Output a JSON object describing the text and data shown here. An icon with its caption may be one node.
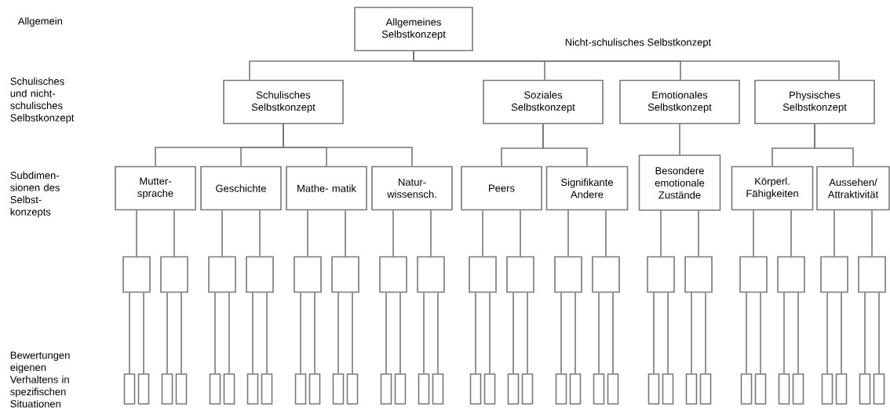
{
  "diagram": {
    "nodes": [
      {
        "text": [
          "Allgemeines Selbstkonzept"
        ]
      },
      {
        "text": [
          "Schulisches Selbstkonzept"
        ]
      },
      {
        "text": [
          "Soziales Selbstkonzept"
        ]
      },
      {
        "text": [
          "Emotionales Selbstkonzept"
        ]
      },
      {
        "text": [
          "Physisches Selbstkonzept"
        ]
      },
      {
        "text": [
          "Mutter- sprache"
        ]
      },
      {
        "text": [
          "Geschichte"
        ]
      },
      {
        "text": [
          "Mathe- matik"
        ]
      },
      {
        "text": [
          "Natur- wissensch."
        ]
      },
      {
        "text": [
          "Peers"
        ]
      },
      {
        "text": [
          "Signifikante Andere"
        ]
      },
      {
        "text": [
          "Besondere emotionale Zustände"
        ]
      },
      {
        "text": [
          "Körperl. Fähigkeiten"
        ]
      },
      {
        "text": [
          "Aussehen/ Attraktivität"
        ]
      },
      {
        "text": [],
        "shape": "box"
      },
      {
        "text": [],
        "shape": "box"
      },
      {
        "text": [],
        "shape": "box"
      },
      {
        "text": [],
        "shape": "box"
      },
      {
        "text": [],
        "shape": "box"
      },
      {
        "text": [],
        "shape": "box"
      },
      {
        "text": [],
        "shape": "box"
      },
      {
        "text": [],
        "shape": "box"
      },
      {
        "text": [],
        "shape": "box"
      },
      {
        "text": [],
        "shape": "box"
      },
      {
        "text": [],
        "shape": "box"
      },
      {
        "text": [],
        "shape": "box"
      },
      {
        "text": [],
        "shape": "box"
      },
      {
        "text": [],
        "shape": "box"
      },
      {
        "text": [],
        "shape": "box"
      },
      {
        "text": [],
        "shape": "box"
      },
      {
        "text": [],
        "shape": "box"
      },
      {
        "text": [],
        "shape": "box"
      },
      {
        "text": [],
        "shape": "box"
      },
      {
        "text": [],
        "shape": "box"
      },
      {
        "text": [],
        "shape": "box"
      },
      {
        "text": [],
        "shape": "box"
      },
      {
        "text": [],
        "shape": "box"
      },
      {
        "text": [],
        "shape": "box"
      },
      {
        "text": [],
        "shape": "box"
      },
      {
        "text": [],
        "shape": "box"
      },
      {
        "text": [],
        "shape": "box"
      },
      {
        "text": [],
        "shape": "box"
      },
      {
        "text": [],
        "shape": "box"
      },
      {
        "text": [],
        "shape": "box"
      },
      {
        "text": [],
        "shape": "box"
      },
      {
        "text": [],
        "shape": "box"
      },
      {
        "text": [],
        "shape": "box"
      },
      {
        "text": [],
        "shape": "box"
      },
      {
        "text": [],
        "shape": "box"
      },
      {
        "text": [],
        "shape": "box"
      },
      {
        "text": [],
        "shape": "box"
      },
      {
        "text": [],
        "shape": "box"
      },
      {
        "text": [],
        "shape": "box"
      },
      {
        "text": [],
        "shape": "box"
      },
      {
        "text": [],
        "shape": "box"
      },
      {
        "text": [],
        "shape": "box"
      },
      {
        "text": [],
        "shape": "box"
      },
      {
        "text": [],
        "shape": "box"
      },
      {
        "text": [],
        "shape": "box"
      },
      {
        "text": [],
        "shape": "box"
      },
      {
        "text": [],
        "shape": "box"
      },
      {
        "text": [],
        "shape": "box"
      },
      {
        "text": [],
        "shape": "box"
      },
      {
        "text": [],
        "shape": "box"
      },
      {
        "text": [],
        "shape": "box"
      },
      {
        "text": [],
        "shape": "box"
      },
      {
        "text": [],
        "shape": "box"
      },
      {
        "text": [],
        "shape": "box"
      }
    ],
    "edges": [
      {
        "from": 0,
        "to": 1,
        "arrow": "none"
      },
      {
        "from": 0,
        "to": 2,
        "arrow": "none"
      },
      {
        "from": 0,
        "to": 3,
        "arrow": "none"
      },
      {
        "from": 0,
        "to": 4,
        "arrow": "none"
      },
      {
        "from": 1,
        "to": 5,
        "arrow": "none"
      },
      {
        "from": 1,
        "to": 6,
        "arrow": "none"
      },
      {
        "from": 1,
        "to": 7,
        "arrow": "none"
      },
      {
        "from": 1,
        "to": 8,
        "arrow": "none"
      },
      {
        "from": 2,
        "to": 9,
        "arrow": "none"
      },
      {
        "from": 2,
        "to": 10,
        "arrow": "none"
      },
      {
        "from": 3,
        "to": 11,
        "arrow": "none"
      },
      {
        "from": 4,
        "to": 12,
        "arrow": "none"
      },
      {
        "from": 4,
        "to": 13,
        "arrow": "none"
      },
      {
        "from": 5,
        "to": 14,
        "arrow": "none"
      },
      {
        "from": 5,
        "to": 15,
        "arrow": "none"
      },
      {
        "from": 6,
        "to": 16,
        "arrow": "none"
      },
      {
        "from": 6,
        "to": 17,
        "arrow": "none"
      },
      {
        "from": 7,
        "to": 18,
        "arrow": "none"
      },
      {
        "from": 7,
        "to": 19,
        "arrow": "none"
      },
      {
        "from": 8,
        "to": 20,
        "arrow": "none"
      },
      {
        "from": 8,
        "to": 21,
        "arrow": "none"
      },
      {
        "from": 9,
        "to": 22,
        "arrow": "none"
      },
      {
        "from": 9,
        "to": 23,
        "arrow": "none"
      },
      {
        "from": 10,
        "to": 24,
        "arrow": "none"
      },
      {
        "from": 10,
        "to": 25,
        "arrow": "none"
      },
      {
        "from": 11,
        "to": 26,
        "arrow": "none"
      },
      {
        "from": 11,
        "to": 27,
        "arrow": "none"
      },
      {
        "from": 12,
        "to": 28,
        "arrow": "none"
      },
      {
        "from": 12,
        "to": 29,
        "arrow": "none"
      },
      {
        "from": 13,
        "to": 30,
        "arrow": "none"
      },
      {
        "from": 13,
        "to": 31,
        "arrow": "none"
      },
      {
        "from": 14,
        "to": 32,
        "arrow": "none"
      },
      {
        "from": 14,
        "to": 33,
        "arrow": "none"
      },
      {
        "from": 15,
        "to": 34,
        "arrow": "none"
      },
      {
        "from": 15,
        "to": 35,
        "arrow": "none"
      },
      {
        "from": 16,
        "to": 36,
        "arrow": "none"
      },
      {
        "from": 16,
        "to": 37,
        "arrow": "none"
      },
      {
        "from": 17,
        "to": 38,
        "arrow": "none"
      },
      {
        "from": 17,
        "to": 39,
        "arrow": "none"
      },
      {
        "from": 18,
        "to": 40,
        "arrow": "none"
      },
      {
        "from": 18,
        "to": 41,
        "arrow": "none"
      },
      {
        "from": 19,
        "to": 42,
        "arrow": "none"
      },
      {
        "from": 19,
        "to": 43,
        "arrow": "none"
      },
      {
        "from": 20,
        "to": 44,
        "arrow": "none"
      },
      {
        "from": 20,
        "to": 45,
        "arrow": "none"
      },
      {
        "from": 21,
        "to": 46,
        "arrow": "none"
      },
      {
        "from": 21,
        "to": 47,
        "arrow": "none"
      },
      {
        "from": 22,
        "to": 48,
        "arrow": "none"
      },
      {
        "from": 22,
        "to": 49,
        "arrow": "none"
      },
      {
        "from": 23,
        "to": 50,
        "arrow": "none"
      },
      {
        "from": 23,
        "to": 51,
        "arrow": "none"
      },
      {
        "from": 24,
        "to": 52,
        "arrow": "none"
      },
      {
        "from": 24,
        "to": 53,
        "arrow": "none"
      },
      {
        "from": 25,
        "to": 54,
        "arrow": "none"
      },
      {
        "from": 25,
        "to": 55,
        "arrow": "none"
      },
      {
        "from": 26,
        "to": 56,
        "arrow": "none"
      },
      {
        "from": 26,
        "to": 57,
        "arrow": "none"
      },
      {
        "from": 27,
        "to": 58,
        "arrow": "none"
      },
      {
        "from": 27,
        "to": 59,
        "arrow": "none"
      },
      {
        "from": 28,
        "to": 60,
        "arrow": "none"
      },
      {
        "from": 28,
        "to": 61,
        "arrow": "none"
      },
      {
        "from": 29,
        "to": 62,
        "arrow": "none"
      },
      {
        "from": 29,
        "to": 63,
        "arrow": "none"
      },
      {
        "from": 30,
        "to": 64,
        "arrow": "none"
      },
      {
        "from": 30,
        "to": 65,
        "arrow": "none"
      },
      {
        "from": 31,
        "to": 66,
        "arrow": "none"
      },
      {
        "from": 31,
        "to": 67,
        "arrow": "none"
      }
    ],
    "labels": [
      "Allgemein",
      "Nicht-schulisches Selbstkonzept",
      "Schulisches und nicht- schulisches Selbstkonzept",
      "Subdimen- sionen des Selbst- konzepts",
      "Bewertungen eigenen Verhaltens in spezifischen Situationen"
    ]
  }
}
